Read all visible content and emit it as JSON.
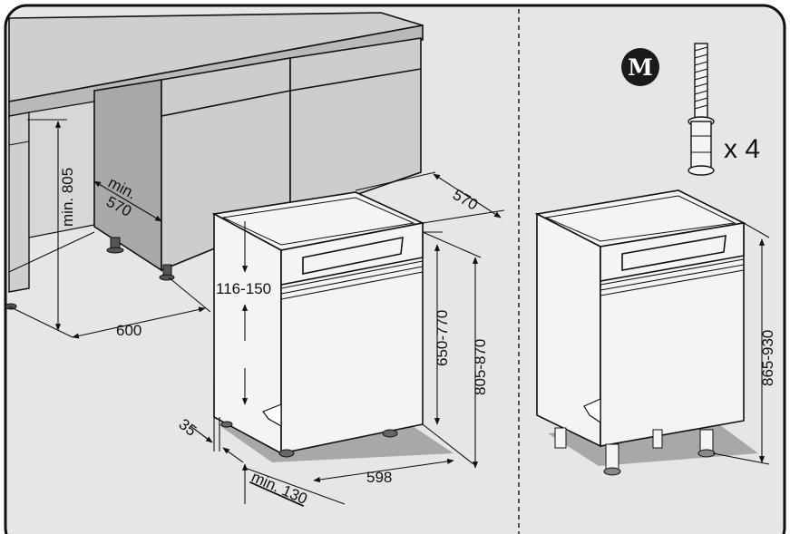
{
  "panel_left": {
    "labels": {
      "min_805": "min. 805",
      "min_570": "min.\n570",
      "d600": "600",
      "d570": "570",
      "d116_150": "116-150",
      "d650_770": "650-770",
      "d805_870": "805-870",
      "d35": "35",
      "d598": "598",
      "min_130": "min. 130"
    }
  },
  "panel_right": {
    "badge_letter": "M",
    "quantity": "x 4",
    "d865_930": "865-930"
  },
  "colors": {
    "background": "#e6e6e6",
    "frame": "#111111",
    "unit_face": "#f4f4f4",
    "shadow": "#a8a8a8",
    "badge": "#1a1a1a"
  }
}
